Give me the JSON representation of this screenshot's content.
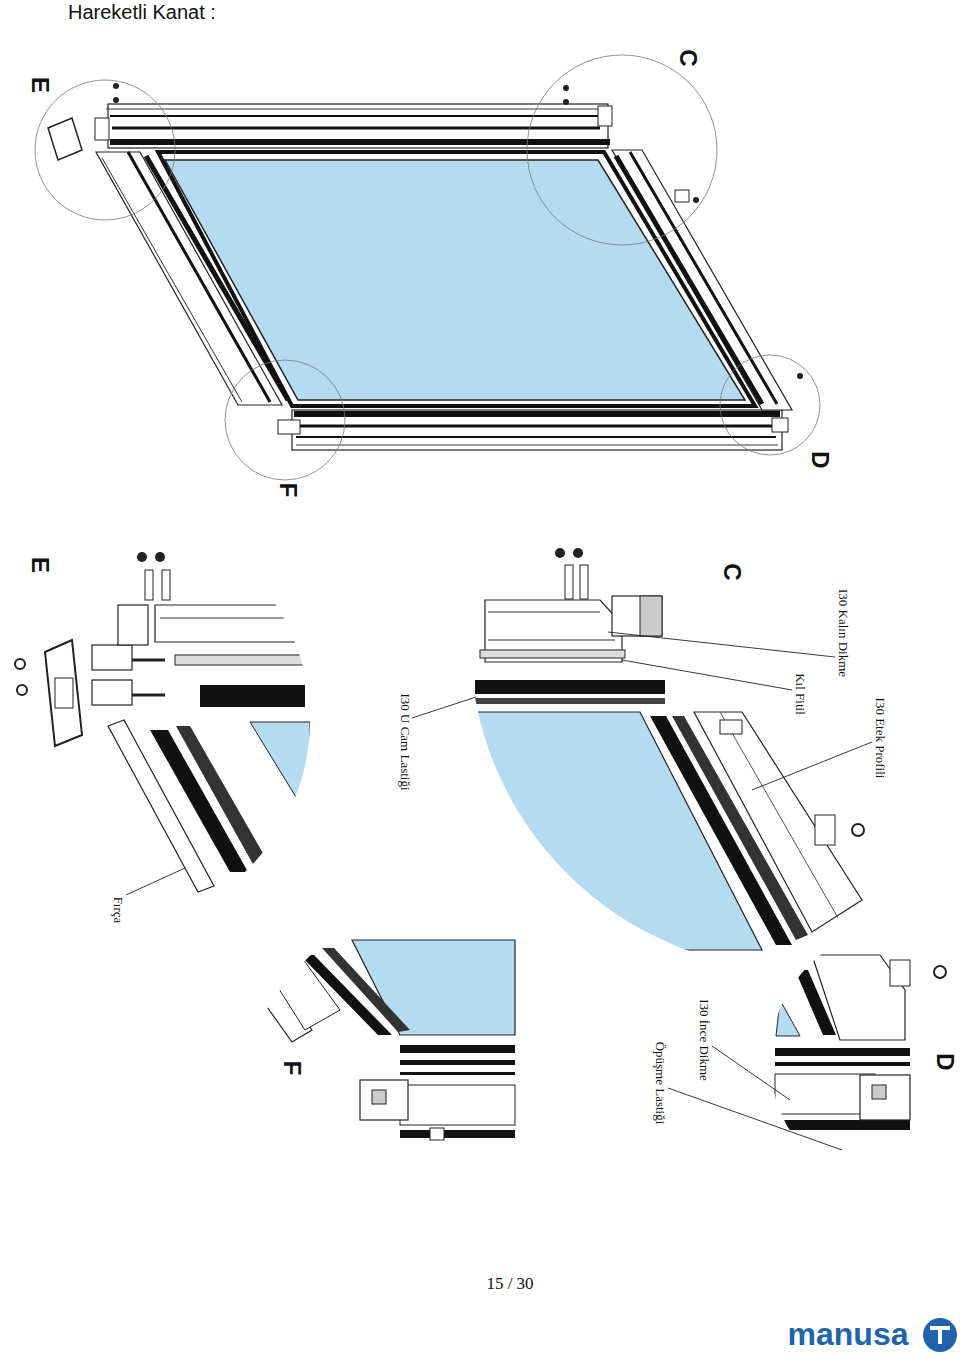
{
  "diagram": {
    "title": "Hareketli Kanat :",
    "labels": [
      "E",
      "C",
      "D",
      "F",
      "E",
      "C",
      "I30 Kalın Dikme",
      "Kıl Fitil",
      "I30 Etek Profili",
      "I30 U Cam Lastiği",
      "Fırça",
      "F",
      "D",
      "I30 İnce Dikme",
      "Öpüşme Lastiği",
      "15 / 30",
      "manusa"
    ]
  }
}
